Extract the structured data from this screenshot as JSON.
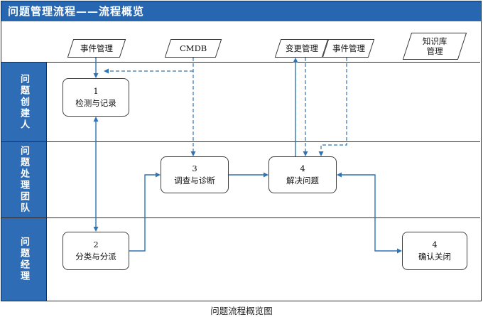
{
  "title": "问题管理流程——流程概览",
  "caption": "问题流程概览图",
  "lanes": [
    {
      "label": "问题创建人"
    },
    {
      "label": "问题处理团队"
    },
    {
      "label": "问题经理"
    }
  ],
  "entities": [
    {
      "label": "事件管理"
    },
    {
      "label": "CMDB"
    },
    {
      "label": "变更管理"
    },
    {
      "label": "事件管理"
    },
    {
      "label": "知识库管理"
    }
  ],
  "steps": [
    {
      "number": "1",
      "label": "检测与记录"
    },
    {
      "number": "2",
      "label": "分类与分派"
    },
    {
      "number": "3",
      "label": "调查与诊断"
    },
    {
      "number": "4",
      "label": "解决问题"
    },
    {
      "number": "4",
      "label": "确认关闭"
    }
  ],
  "colors": {
    "banner": "#2766b0",
    "lane": "#2e6db6",
    "arrow": "#2e74b5"
  }
}
